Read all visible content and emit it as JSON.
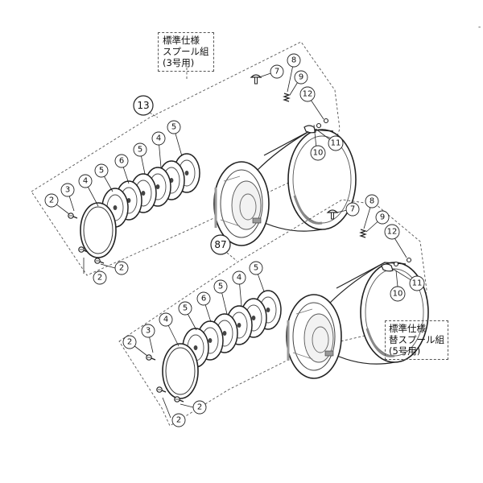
{
  "upper_label": [
    "標準仕様",
    "スプール組",
    "(3号用)"
  ],
  "lower_label": [
    "標準仕様",
    "替スプール組",
    "(5号用)"
  ],
  "upper_assembly_number": "13",
  "lower_assembly_number": "87",
  "callouts": {
    "n2": "2",
    "n3": "3",
    "n4": "4",
    "n5": "5",
    "n6": "6",
    "n7": "7",
    "n8": "8",
    "n9": "9",
    "n10": "10",
    "n11": "11",
    "n12": "12"
  },
  "corner_mark": "-"
}
